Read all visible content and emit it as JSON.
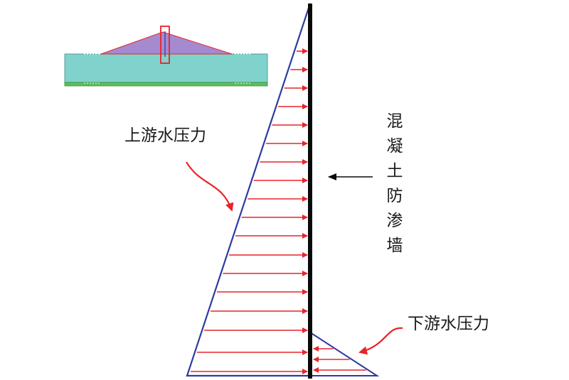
{
  "labels": {
    "upstream_pressure": "上游水压力",
    "downstream_pressure": "下游水压力",
    "wall_name": [
      "混",
      "凝",
      "土",
      "防",
      "渗",
      "墙"
    ]
  },
  "colors": {
    "pressure_arrow": "#e8232a",
    "triangle_outline": "#2e3aa0",
    "wall": "#0a0a0a",
    "inset_foundation": "#7fd3cc",
    "inset_embankment": "#a58ad0",
    "inset_base_strip": "#5bbf5b"
  }
}
